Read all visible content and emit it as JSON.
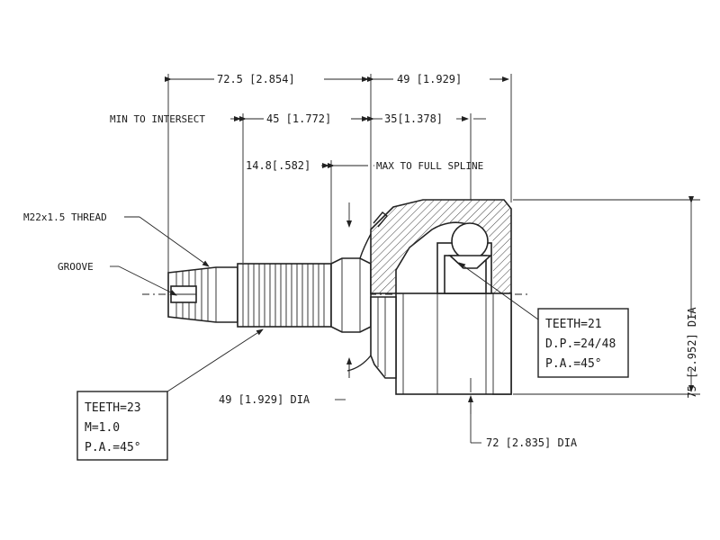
{
  "dimensions": {
    "overall_left": "72.5 [2.854]",
    "overall_right": "49 [1.929]",
    "min_intersect_label": "MIN TO INTERSECT",
    "min_intersect_value": "45 [1.772]",
    "right_35": "35[1.378]",
    "spline_value": "14.8[.582]",
    "spline_label": "MAX TO FULL SPLINE",
    "shaft_dia": "49 [1.929] DIA",
    "bell_dia": "72 [2.835] DIA",
    "outer_dia": "75 [2.952] DIA"
  },
  "callouts": {
    "thread": "M22x1.5 THREAD",
    "groove": "GROOVE"
  },
  "outer_spline_box": [
    "TEETH=23",
    "M=1.0",
    "P.A.=45°"
  ],
  "inner_spline_box": [
    "TEETH=21",
    "D.P.=24/48",
    "P.A.=45°"
  ]
}
